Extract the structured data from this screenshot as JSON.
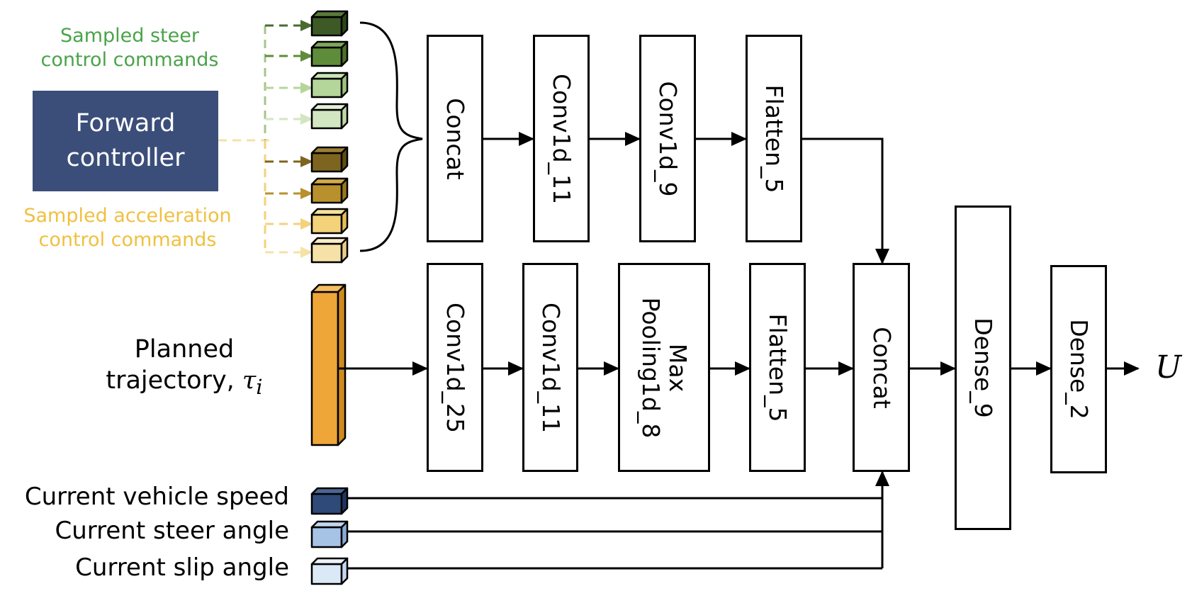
{
  "steer_label": "Sampled steer\ncontrol commands",
  "accel_label": "Sampled acceleration\ncontrol commands",
  "forward_controller": "Forward\ncontroller",
  "planned_trajectory": {
    "text": "Planned\ntrajectory, ",
    "symbol": "τ",
    "subscript": "i"
  },
  "top_branch": [
    "Concat",
    "Conv1d_11",
    "Conv1d_9",
    "Flatten_5"
  ],
  "bottom_branch": [
    "Conv1d_25",
    "Conv1d_11",
    "Max\nPooling1d_8",
    "Flatten_5"
  ],
  "merge_concat": "Concat",
  "dense_layers": [
    "Dense_9",
    "Dense_2"
  ],
  "output_symbol": "U",
  "inputs": [
    "Current vehicle speed",
    "Current steer angle",
    "Current slip angle"
  ],
  "colors": {
    "steer_green": "#4aa34a",
    "accel_yellow": "#f0c040",
    "controller_blue": "#3b4e7a",
    "trajectory_orange": "#eea638"
  }
}
